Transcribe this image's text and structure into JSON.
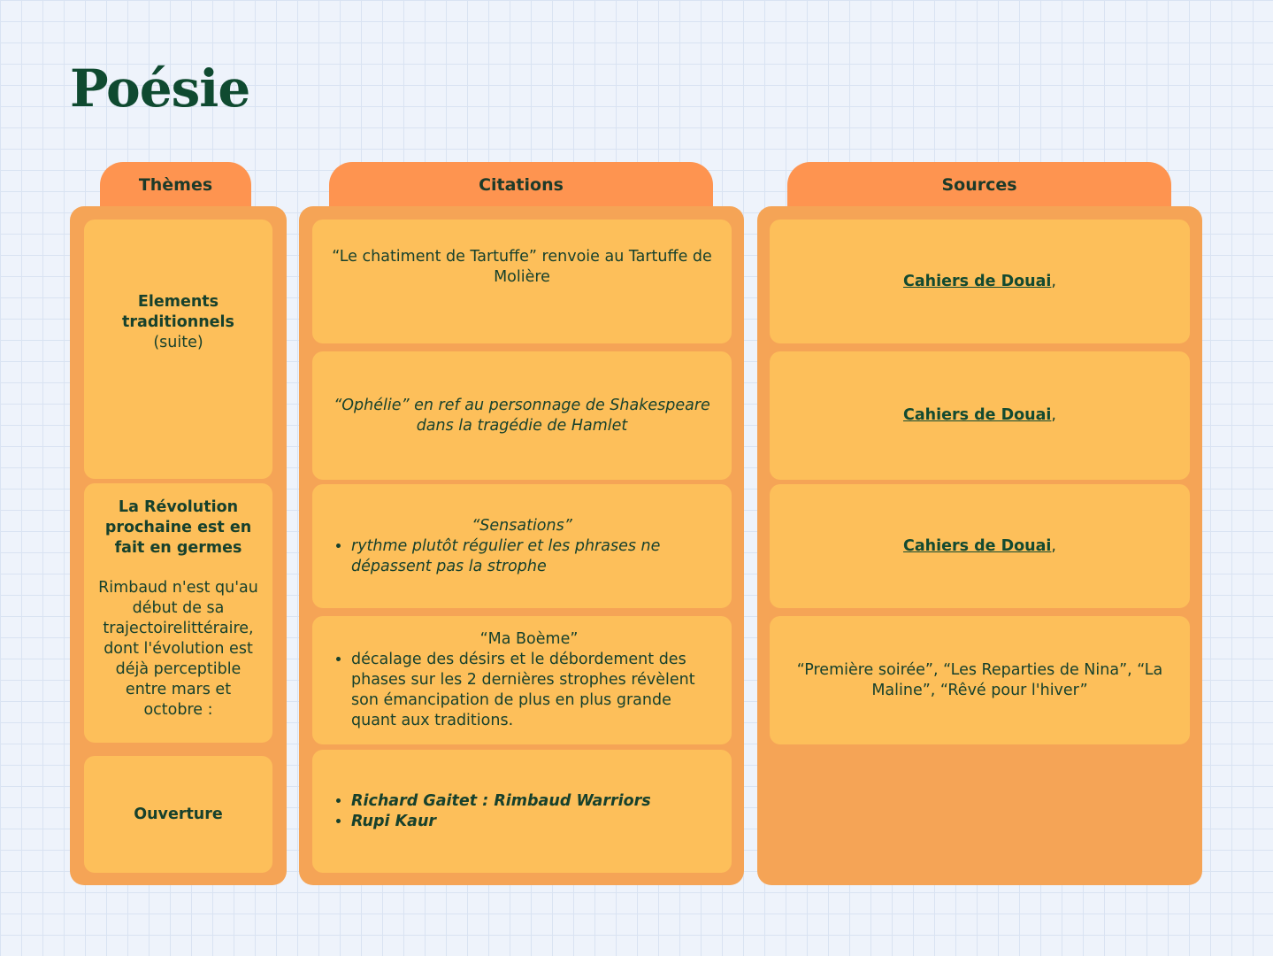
{
  "page": {
    "title": "Poésie"
  },
  "headers": {
    "themes": "Thèmes",
    "citations": "Citations",
    "sources": "Sources"
  },
  "themes": {
    "t1": {
      "line1": "Elements",
      "line2": "traditionnels",
      "line3": "(suite)"
    },
    "t2": {
      "heading": [
        "La Révolution",
        "prochaine est en",
        "fait en germes"
      ],
      "body": [
        "Rimbaud n'est qu'au",
        "début de sa",
        "trajectoirelittéraire,",
        "dont l'évolution est",
        "déjà perceptible",
        "entre mars et",
        "octobre :"
      ]
    },
    "t3": "Ouverture"
  },
  "citations": {
    "c1": [
      "“Le chatiment de Tartuffe” renvoie au Tartuffe de",
      "Molière"
    ],
    "c2": [
      "“Ophélie” en ref au personnage de Shakespeare",
      "dans la tragédie de Hamlet"
    ],
    "c3": {
      "title": "“Sensations”",
      "bullet": "rythme plutôt régulier et les phrases ne dépassent pas la strophe"
    },
    "c4": {
      "title": "“Ma Boème”",
      "bullet": "décalage des désirs et le débordement des phases sur les 2 dernières strophes révèlent son émancipation de plus en plus grande quant aux traditions."
    },
    "c5": [
      "Richard Gaitet : Rimbaud Warriors",
      "Rupi Kaur"
    ]
  },
  "sources": {
    "s1": "Cahiers de Douai",
    "s2": "Cahiers de Douai",
    "s3": "Cahiers de Douai",
    "s4": [
      "“Première soirée”, “Les Reparties de Nina”, “La",
      "Maline”, “Rêvé pour l'hiver”"
    ]
  },
  "colors": {
    "title": "#0f4a30",
    "tab": "#fe9450",
    "panel": "#f5a456",
    "cell": "#fdbf5a",
    "text": "#17412c",
    "background": "#eef3fb"
  }
}
